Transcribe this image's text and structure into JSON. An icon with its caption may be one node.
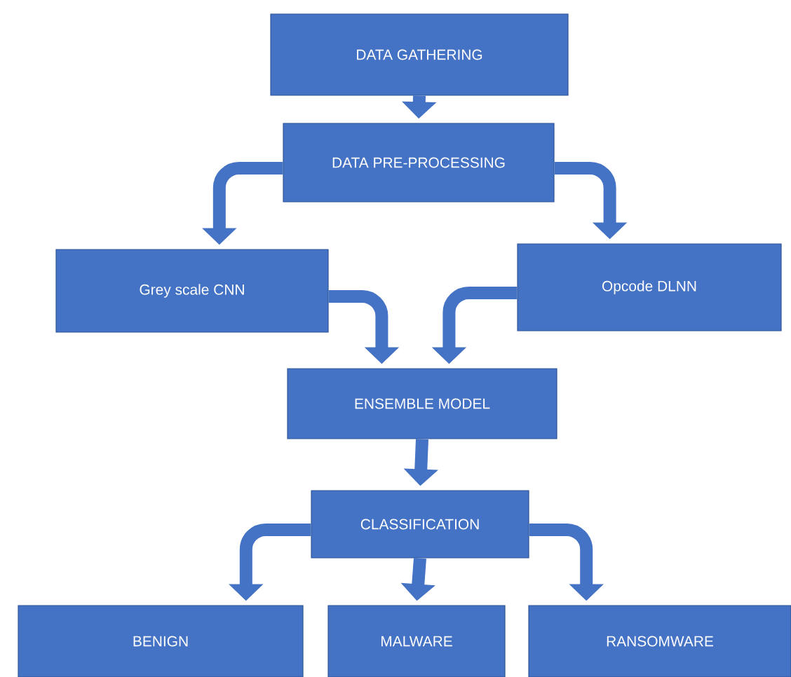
{
  "diagram": {
    "nodes": [
      {
        "text": [
          "DATA GATHERING"
        ]
      },
      {
        "text": [
          "DATA PRE-PROCESSING"
        ]
      },
      {
        "text": [
          "Grey scale CNN"
        ]
      },
      {
        "text": [
          "Opcode DLNN"
        ]
      },
      {
        "text": [
          "ENSEMBLE MODEL"
        ]
      },
      {
        "text": [
          "CLASSIFICATION"
        ]
      },
      {
        "text": [
          "BENIGN"
        ]
      },
      {
        "text": [
          "MALWARE"
        ]
      },
      {
        "text": [
          "RANSOMWARE"
        ]
      }
    ],
    "edges": [
      {
        "from": 0,
        "to": 1,
        "arrow": "to"
      },
      {
        "from": 1,
        "to": 2,
        "arrow": "to"
      },
      {
        "from": 1,
        "to": 3,
        "arrow": "to"
      },
      {
        "from": 2,
        "to": 4,
        "arrow": "to"
      },
      {
        "from": 3,
        "to": 4,
        "arrow": "to"
      },
      {
        "from": 4,
        "to": 5,
        "arrow": "to"
      },
      {
        "from": 5,
        "to": 6,
        "arrow": "to"
      },
      {
        "from": 5,
        "to": 7,
        "arrow": "to"
      },
      {
        "from": 5,
        "to": 8,
        "arrow": "to"
      }
    ]
  }
}
